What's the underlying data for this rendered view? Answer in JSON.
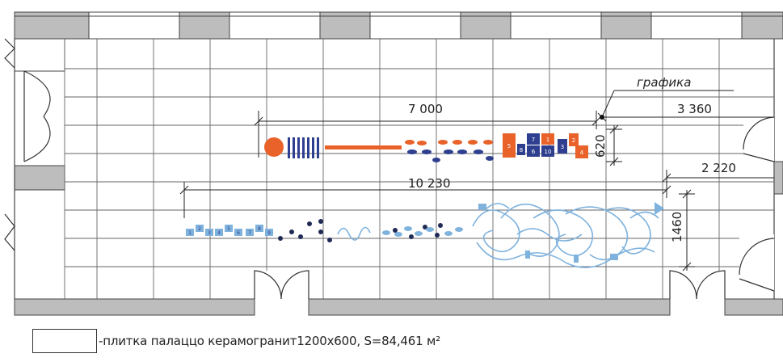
{
  "plan": {
    "labels": {
      "grafika": "графика",
      "dim_7000": "7 000",
      "dim_3360": "3 360",
      "dim_620": "620",
      "dim_10230": "10 230",
      "dim_2220": "2 220",
      "dim_1460": "1460"
    },
    "legend": {
      "text": "-плитка палаццо керамогранит1200х600, S=84,461 м²"
    },
    "colors": {
      "wall": "#bdbdbd",
      "grid": "#555555",
      "orange": "#e8622a",
      "navy": "#2f3f8f",
      "light_blue": "#7fb2dd",
      "dark_navy": "#1f2a55"
    },
    "hopscotch_top": [
      "5",
      "10",
      "8",
      "7",
      "6",
      "1",
      "3",
      "2",
      "4"
    ],
    "hopscotch_bottom": [
      "1",
      "2",
      "3",
      "4",
      "5",
      "6",
      "7",
      "8",
      "9"
    ]
  }
}
